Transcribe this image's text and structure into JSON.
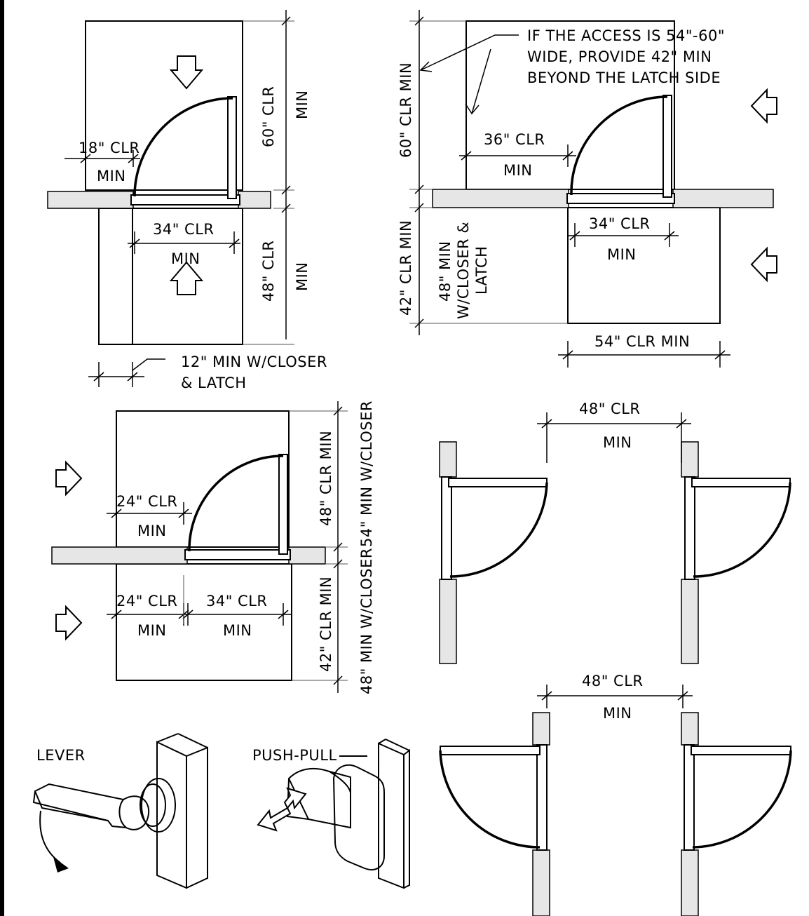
{
  "colors": {
    "ink": "#000000",
    "wall_fill": "#e6e6e6",
    "paper": "#ffffff"
  },
  "panel1": {
    "dim_18": "18\" CLR",
    "min_18": "MIN",
    "dim_60": "60\" CLR",
    "min_60": "MIN",
    "dim_34": "34\" CLR",
    "min_34": "MIN",
    "dim_48": "48\" CLR",
    "min_48": "MIN",
    "note_12_line1": "12\" MIN W/CLOSER",
    "note_12_line2": "& LATCH"
  },
  "panel2": {
    "note_line1": "IF THE ACCESS IS 54\"-60\"",
    "note_line2": "WIDE, PROVIDE 42\" MIN",
    "note_line3": "BEYOND THE LATCH SIDE",
    "dim_60": "60\" CLR MIN",
    "dim_36": "36\" CLR",
    "min_36": "MIN",
    "dim_42": "42\" CLR MIN",
    "dim_48_line1": "48\" MIN",
    "dim_48_line2": "W/CLOSER &",
    "dim_48_line3": "LATCH",
    "dim_34": "34\" CLR",
    "min_34": "MIN",
    "dim_54": "54\" CLR MIN"
  },
  "panel3": {
    "dim_24_top": "24\" CLR",
    "min_24_top": "MIN",
    "dim_48_clr": "48\" CLR MIN",
    "dim_54_closer": "54\" MIN W/CLOSER",
    "dim_24_bot": "24\" CLR",
    "min_24_bot": "MIN",
    "dim_34": "34\" CLR",
    "min_34": "MIN",
    "dim_42_clr": "42\" CLR MIN",
    "dim_48_closer": "48\" MIN W/CLOSER"
  },
  "panel4": {
    "dim_top": "48\" CLR",
    "min_top": "MIN",
    "dim_bot": "48\" CLR",
    "min_bot": "MIN"
  },
  "hardware": {
    "lever_label": "LEVER",
    "push_pull_label": "PUSH-PULL"
  }
}
